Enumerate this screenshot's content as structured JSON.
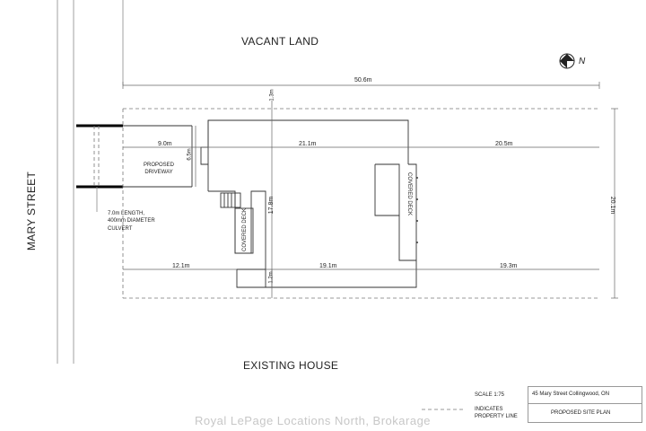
{
  "labels": {
    "vacant_land": "VACANT LAND",
    "existing_house": "EXISTING HOUSE",
    "mary_street": "MARY STREET",
    "north": "N",
    "proposed_driveway_1": "PROPOSED",
    "proposed_driveway_2": "DRIVEWAY",
    "culvert_1": "7.0m LENGTH,",
    "culvert_2": "400mm DIAMETER",
    "culvert_3": "CULVERT",
    "covered_deck_left": "COVERED DECK",
    "covered_deck_right": "COVERED DECK"
  },
  "dimensions": {
    "overall_width": "50.6m",
    "front_setback_top": "1.3m",
    "driveway_length": "9.0m",
    "driveway_width": "6.5m",
    "house_width": "21.1m",
    "rear_yard": "20.5m",
    "house_depth": "17.8m",
    "lot_depth": "20.1m",
    "side_12": "12.1m",
    "side_19_1": "19.1m",
    "side_19_3": "19.3m",
    "bottom_setback": "1.2m"
  },
  "legend": {
    "scale": "SCALE 1:75",
    "indicates_1": "INDICATES",
    "indicates_2": "PROPERTY LINE"
  },
  "title_block": {
    "address": "45 Mary Street Collingwood, ON",
    "plan_title": "PROPOSED SITE PLAN"
  },
  "watermark": "Royal LePage Locations North, Brokarage"
}
